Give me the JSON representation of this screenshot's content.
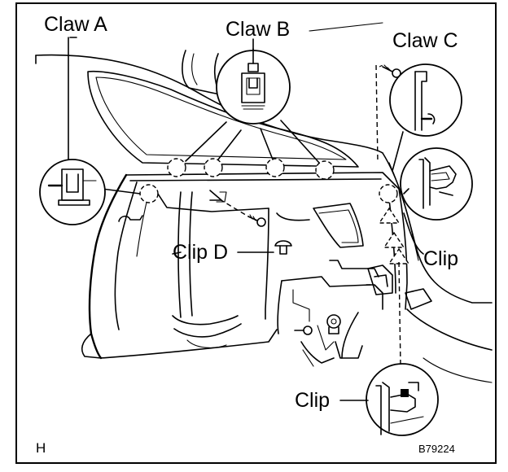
{
  "labels": {
    "claw_a": "Claw A",
    "claw_b": "Claw B",
    "claw_c": "Claw C",
    "clip_d": "Clip D",
    "clip_right": "Clip",
    "clip_bottom": "Clip",
    "view_marker": "H",
    "figure_code": "B79224"
  }
}
